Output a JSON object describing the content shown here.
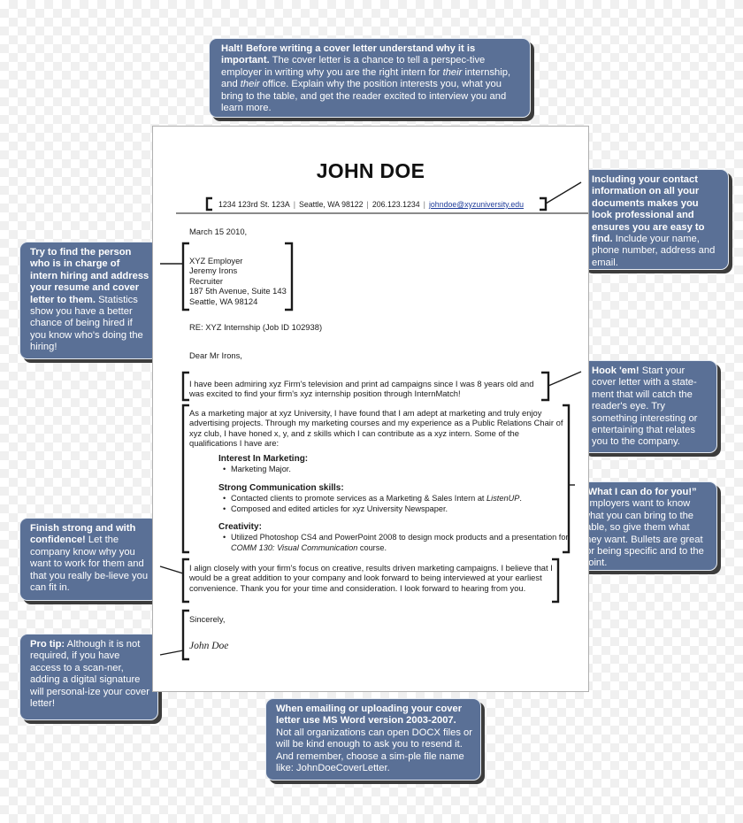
{
  "callouts": {
    "top": {
      "bold": "Halt! Before writing a cover letter understand why it is important.",
      "p1": " The cover letter is a chance to tell a perspec-tive employer in writing why you are the right intern for ",
      "em1": "their",
      "p2": " internship, and ",
      "em2": "their",
      "p3": " office. Explain why the position interests you, what you bring to the table, and get the reader excited to interview you and learn more."
    },
    "contact": {
      "bold": "Including your contact information on all your documents makes you look professional and ensures you are easy to find.",
      "text": "  Include your name, phone number, address and email."
    },
    "person": {
      "bold": "Try to find the person who is in charge of intern hiring and address your resume and cover letter to them.",
      "text": " Statistics show you have a better chance of being hired if you know who's doing the hiring!"
    },
    "hook": {
      "bold": "Hook 'em!",
      "text": " Start your cover letter with a state-ment that will catch the reader's eye. Try something interesting or entertaining that relates you to the company."
    },
    "whatido": {
      "bold": "“What I can do for you!”",
      "text": " Employers want to know what you can bring to the table, so give them what they want. Bullets are great for being specific and to the point."
    },
    "finish": {
      "bold": "Finish strong and with confidence!",
      "text": " Let the company know why you want to work for them and that you really be-lieve you can fit in."
    },
    "protip": {
      "bold": "Pro tip:",
      "text": " Although it is not required, if you have access to a scan-ner, adding a digital signature will personal-ize your cover letter!"
    },
    "email": {
      "bold": "When emailing or uploading your cover letter use MS Word version 2003-2007.",
      "text": " Not all organizations can open DOCX files or will be kind enough to ask you to resend it. And remember, choose a sim-ple file name like: JohnDoeCoverLetter."
    }
  },
  "letter": {
    "name": "JOHN DOE",
    "contact": {
      "address": "1234 123rd St. 123A",
      "city": "Seattle, WA 98122",
      "phone": "206.123.1234",
      "email": "johndoe@xyzuniversity.edu",
      "separator": "|"
    },
    "date": "March 15 2010,",
    "recipient": [
      "XYZ Employer",
      "Jeremy Irons",
      "Recruiter",
      "187 5th Avenue, Suite 143",
      "Seattle, WA 98124"
    ],
    "re": "RE: XYZ Internship (Job ID 102938)",
    "salutation": "Dear Mr Irons,",
    "hook_para": "I have been admiring xyz Firm's television and print ad campaigns since I was 8 years old and was excited to find your firm's xyz internship position through InternMatch!",
    "body_para": "As a marketing major at xyz University, I have found that I am adept at marketing and truly enjoy advertising projects. Through my marketing courses and my experience as a Public Relations Chair of xyz club, I have honed x, y, and z skills which I can contribute as a xyz intern. Some of the qualifications I have are:",
    "sections": [
      {
        "heading": "Interest In Marketing:",
        "bullets": [
          "Marketing Major."
        ]
      },
      {
        "heading": "Strong Communication skills:",
        "bullets": [
          "Contacted clients to promote services as a Marketing & Sales Intern at ListenUP.",
          "Composed and edited articles for xyz University Newspaper."
        ]
      },
      {
        "heading": "Creativity:",
        "bullets": [
          "Utilized Photoshop CS4 and PowerPoint 2008 to design mock products and a presentation for COMM 130: Visual Communication course."
        ]
      }
    ],
    "closing_para": "I align closely with your firm's focus on creative, results driven marketing campaigns. I believe that I would be a great addition to your company and look forward to being interviewed at your earliest convenience. Thank you for your time and consideration. I look forward to hearing from you.",
    "signoff": "Sincerely,",
    "signature": "John Doe"
  },
  "colors": {
    "callout_bg": "#5a7096",
    "callout_text": "#ffffff",
    "bracket": "#1a1a1a",
    "email_link": "#1f3c9a"
  }
}
